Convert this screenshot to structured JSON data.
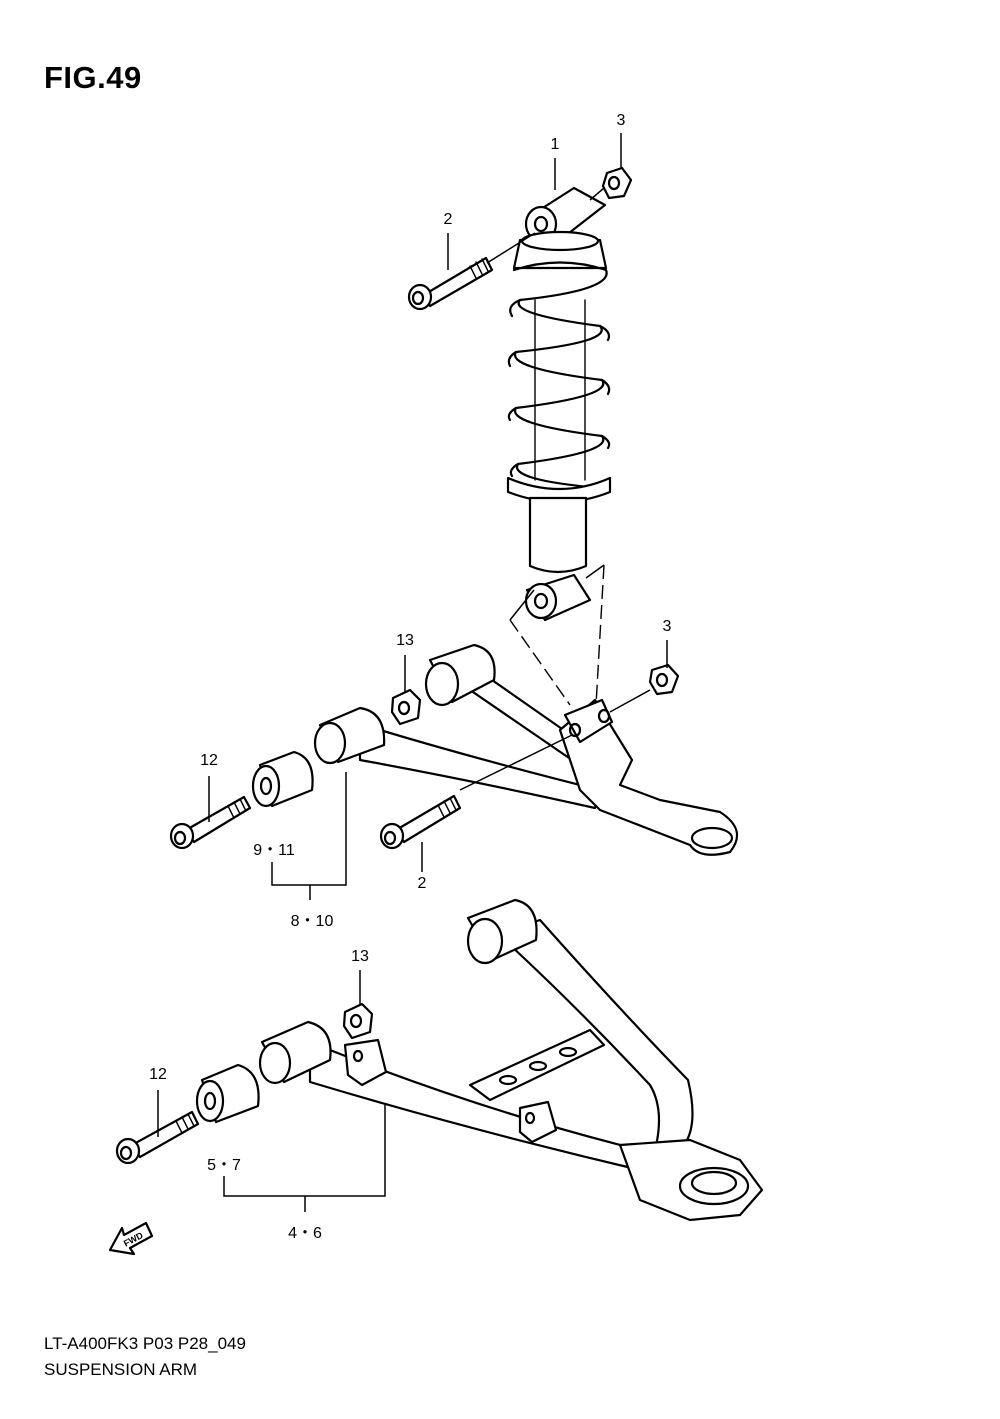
{
  "figure": {
    "title": "FIG.49"
  },
  "callouts": [
    {
      "id": "c1",
      "text": "1"
    },
    {
      "id": "c2",
      "text": "3"
    },
    {
      "id": "c3",
      "text": "2"
    },
    {
      "id": "c4",
      "text": "13"
    },
    {
      "id": "c5",
      "text": "3"
    },
    {
      "id": "c6",
      "text": "12"
    },
    {
      "id": "c7",
      "text": "9・11"
    },
    {
      "id": "c8",
      "text": "2"
    },
    {
      "id": "c9",
      "text": "8・10"
    },
    {
      "id": "c10",
      "text": "13"
    },
    {
      "id": "c11",
      "text": "12"
    },
    {
      "id": "c12",
      "text": "5・7"
    },
    {
      "id": "c13",
      "text": "4・6"
    }
  ],
  "fwd_arrow": {
    "text": "FWD",
    "icon": "forward-arrow-icon"
  },
  "footer": {
    "model_code": "LT-A400FK3 P03 P28_049",
    "section_title": "SUSPENSION ARM"
  }
}
